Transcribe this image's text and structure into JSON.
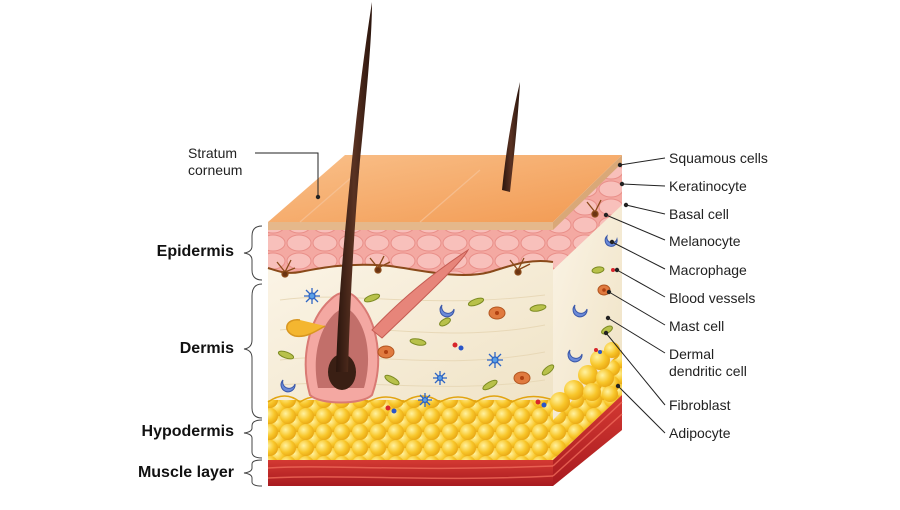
{
  "labels_left": {
    "stratum_line1": "Stratum",
    "stratum_line2": "corneum"
  },
  "layers": {
    "epidermis": "Epidermis",
    "dermis": "Dermis",
    "hypodermis": "Hypodermis",
    "muscle": "Muscle layer"
  },
  "labels_right": {
    "squamous": "Squamous cells",
    "keratinocyte": "Keratinocyte",
    "basal": "Basal cell",
    "melanocyte": "Melanocyte",
    "macrophage": "Macrophage",
    "blood_vessels": "Blood vessels",
    "mast_cell": "Mast cell",
    "dermal_line1": "Dermal",
    "dermal_line2": "dendritic cell",
    "fibroblast": "Fibroblast",
    "adipocyte": "Adipocyte"
  },
  "colors": {
    "stratum": "#f5a868",
    "epidermis": "#f7b5a7",
    "dermis": "#f7eedb",
    "fat": "#f6c42e",
    "muscle": "#c8272a",
    "hair": "#3a1f14"
  }
}
